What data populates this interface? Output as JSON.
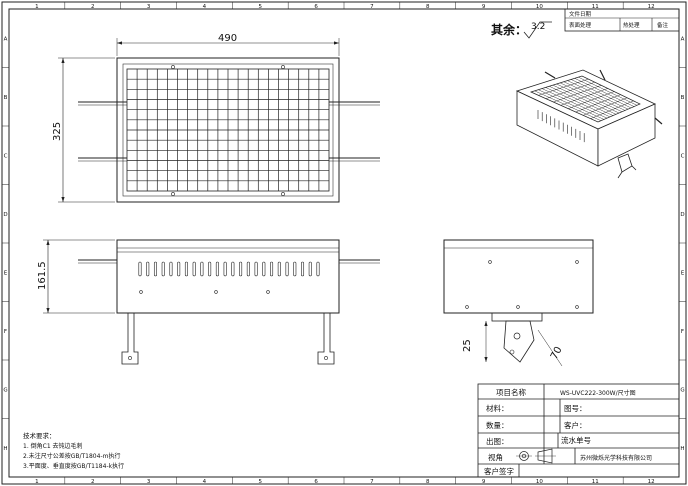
{
  "zones": {
    "top": [
      "1",
      "2",
      "3",
      "4",
      "5",
      "6",
      "7",
      "8",
      "9",
      "10",
      "11",
      "12"
    ],
    "side": [
      "A",
      "B",
      "C",
      "D",
      "E",
      "F",
      "G",
      "H"
    ]
  },
  "revision_box": {
    "label1": "文件日期",
    "label2": "表面处理",
    "label3": "热处理",
    "label4": "备注"
  },
  "roughness": {
    "label": "其余：",
    "value": "3.2"
  },
  "dimensions": {
    "width": "490",
    "height": "325",
    "side_height": "161.5",
    "bracket_small": "25",
    "bracket_large": "70"
  },
  "tech_notes": {
    "title": "技术要求：",
    "lines": [
      "1. 倒角C1 去钝边毛刺",
      "2.未注尺寸公差按GB/T1804-m执行",
      "3.平面度、垂直度按GB/T1184-k执行"
    ]
  },
  "title_block": {
    "project_label": "项目名称",
    "project_value": "WS-UVC222-300W/尺寸图",
    "material_label": "材料：",
    "drawing_no_label": "图号：",
    "quantity_label": "数量：",
    "customer_label": "客户：",
    "output_label": "出图：",
    "flow_label": "流水单号",
    "view_label": "视角",
    "company": "苏州微烁光学科技有限公司",
    "signature_label": "客户签字"
  }
}
